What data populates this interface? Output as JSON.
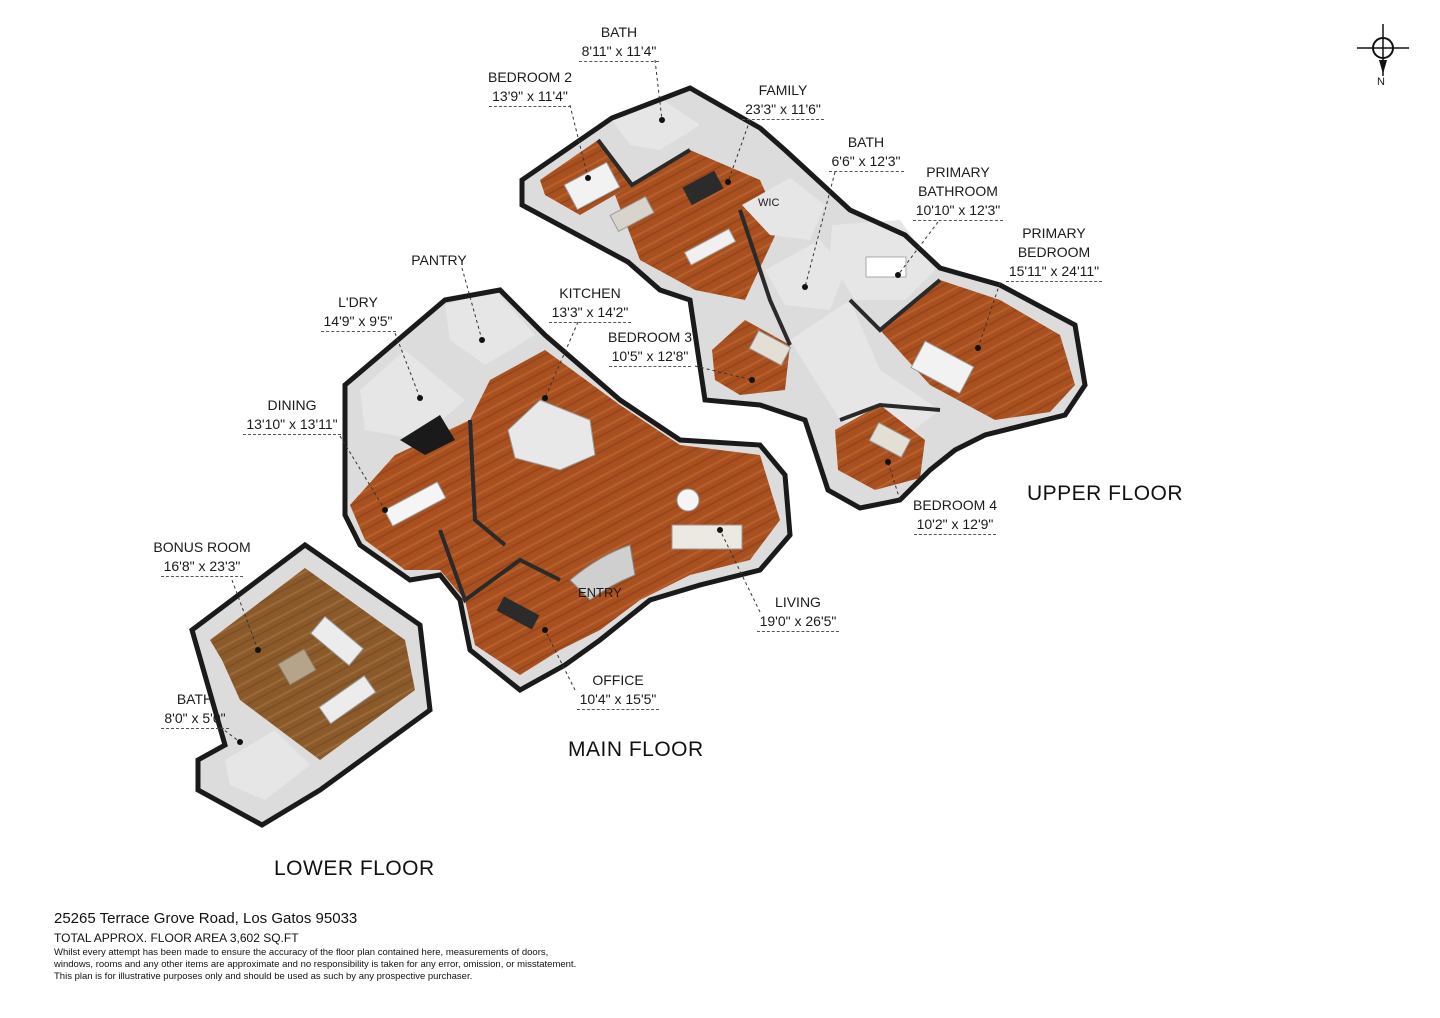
{
  "floors": {
    "upper": "UPPER FLOOR",
    "main": "MAIN FLOOR",
    "lower": "LOWER FLOOR"
  },
  "rooms": {
    "bath_upper_1": {
      "name": "BATH",
      "dim": "8'11\" x 11'4\""
    },
    "bedroom_2": {
      "name": "BEDROOM 2",
      "dim": "13'9\" x 11'4\""
    },
    "family": {
      "name": "FAMILY",
      "dim": "23'3\" x 11'6\""
    },
    "bath_upper_2": {
      "name": "BATH",
      "dim": "6'6\" x 12'3\""
    },
    "primary_bathroom": {
      "name_line1": "PRIMARY",
      "name_line2": "BATHROOM",
      "dim": "10'10\" x 12'3\""
    },
    "primary_bedroom": {
      "name_line1": "PRIMARY",
      "name_line2": "BEDROOM",
      "dim": "15'11\" x 24'11\""
    },
    "bedroom_3": {
      "name": "BEDROOM 3",
      "dim": "10'5\" x 12'8\""
    },
    "bedroom_4": {
      "name": "BEDROOM 4",
      "dim": "10'2\" x 12'9\""
    },
    "pantry": {
      "name": "PANTRY"
    },
    "laundry": {
      "name": "L'DRY",
      "dim": "14'9\" x 9'5\""
    },
    "kitchen": {
      "name": "KITCHEN",
      "dim": "13'3\" x 14'2\""
    },
    "dining": {
      "name": "DINING",
      "dim": "13'10\" x 13'11\""
    },
    "living": {
      "name": "LIVING",
      "dim": "19'0\" x 26'5\""
    },
    "office": {
      "name": "OFFICE",
      "dim": "10'4\" x 15'5\""
    },
    "entry": {
      "name": "ENTRY"
    },
    "wic": {
      "name": "WIC"
    },
    "bonus_room": {
      "name": "BONUS ROOM",
      "dim": "16'8\" x 23'3\""
    },
    "bath_lower": {
      "name": "BATH",
      "dim": "8'0\" x 5'0\""
    }
  },
  "compass": {
    "label": "N"
  },
  "footer": {
    "address": "25265 Terrace Grove Road, Los Gatos 95033",
    "total_area": "TOTAL APPROX. FLOOR AREA 3,602 SQ.FT",
    "disclaimer_1": "Whilst every attempt has been made to ensure the accuracy of the floor plan contained here, measurements of doors,",
    "disclaimer_2": "windows, rooms and any other items are approximate and no responsibility is taken for any error, omission, or misstatement.",
    "disclaimer_3": "This plan is for illustrative purposes only and should be used as such by any prospective purchaser."
  },
  "colors": {
    "wood_floor": "#a8501f",
    "lower_floor": "#8a5a2b",
    "wall_side": "#dcdcdc",
    "wall_top": "#2a2a2a",
    "tile": "#e6e6e6"
  }
}
